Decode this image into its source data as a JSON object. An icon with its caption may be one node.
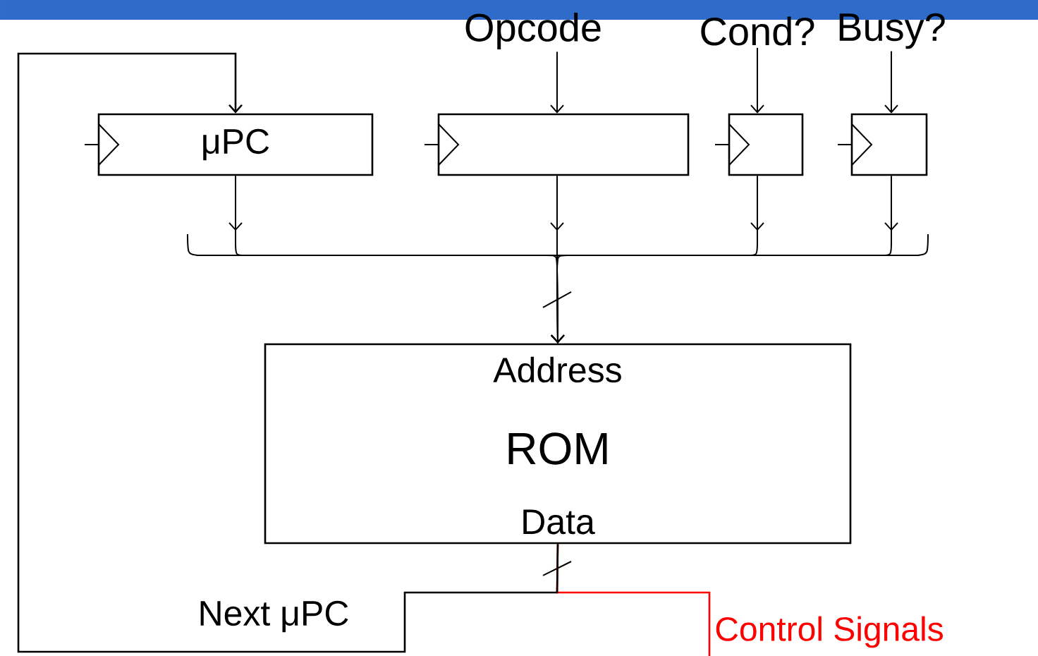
{
  "diagram": {
    "nodes": [
      {
        "text": [
          "μPC"
        ]
      },
      {
        "text": [],
        "shape": "box"
      },
      {
        "text": [],
        "shape": "box"
      },
      {
        "text": [],
        "shape": "box"
      },
      {
        "text": [
          "Address",
          "ROM",
          "Data"
        ]
      },
      {
        "text": [
          "Opcode"
        ]
      },
      {
        "text": [
          "Cond?"
        ]
      },
      {
        "text": [
          "Busy?"
        ]
      },
      {
        "text": [
          "Control Signals"
        ]
      }
    ],
    "edges": [
      {
        "from": 5,
        "to": 1,
        "arrow": "to"
      },
      {
        "from": 6,
        "to": 2,
        "arrow": "to"
      },
      {
        "from": 7,
        "to": 3,
        "arrow": "to"
      },
      {
        "from": 0,
        "to": 4,
        "arrow": "to"
      },
      {
        "from": 1,
        "to": 4,
        "arrow": "to"
      },
      {
        "from": 2,
        "to": 4,
        "arrow": "to"
      },
      {
        "from": 3,
        "to": 4,
        "arrow": "to"
      },
      {
        "from": 4,
        "to": 0,
        "arrow": "to",
        "label": "Next μPC"
      },
      {
        "from": 4,
        "to": 8,
        "arrow": "none",
        "color": "#ff0000"
      }
    ]
  }
}
